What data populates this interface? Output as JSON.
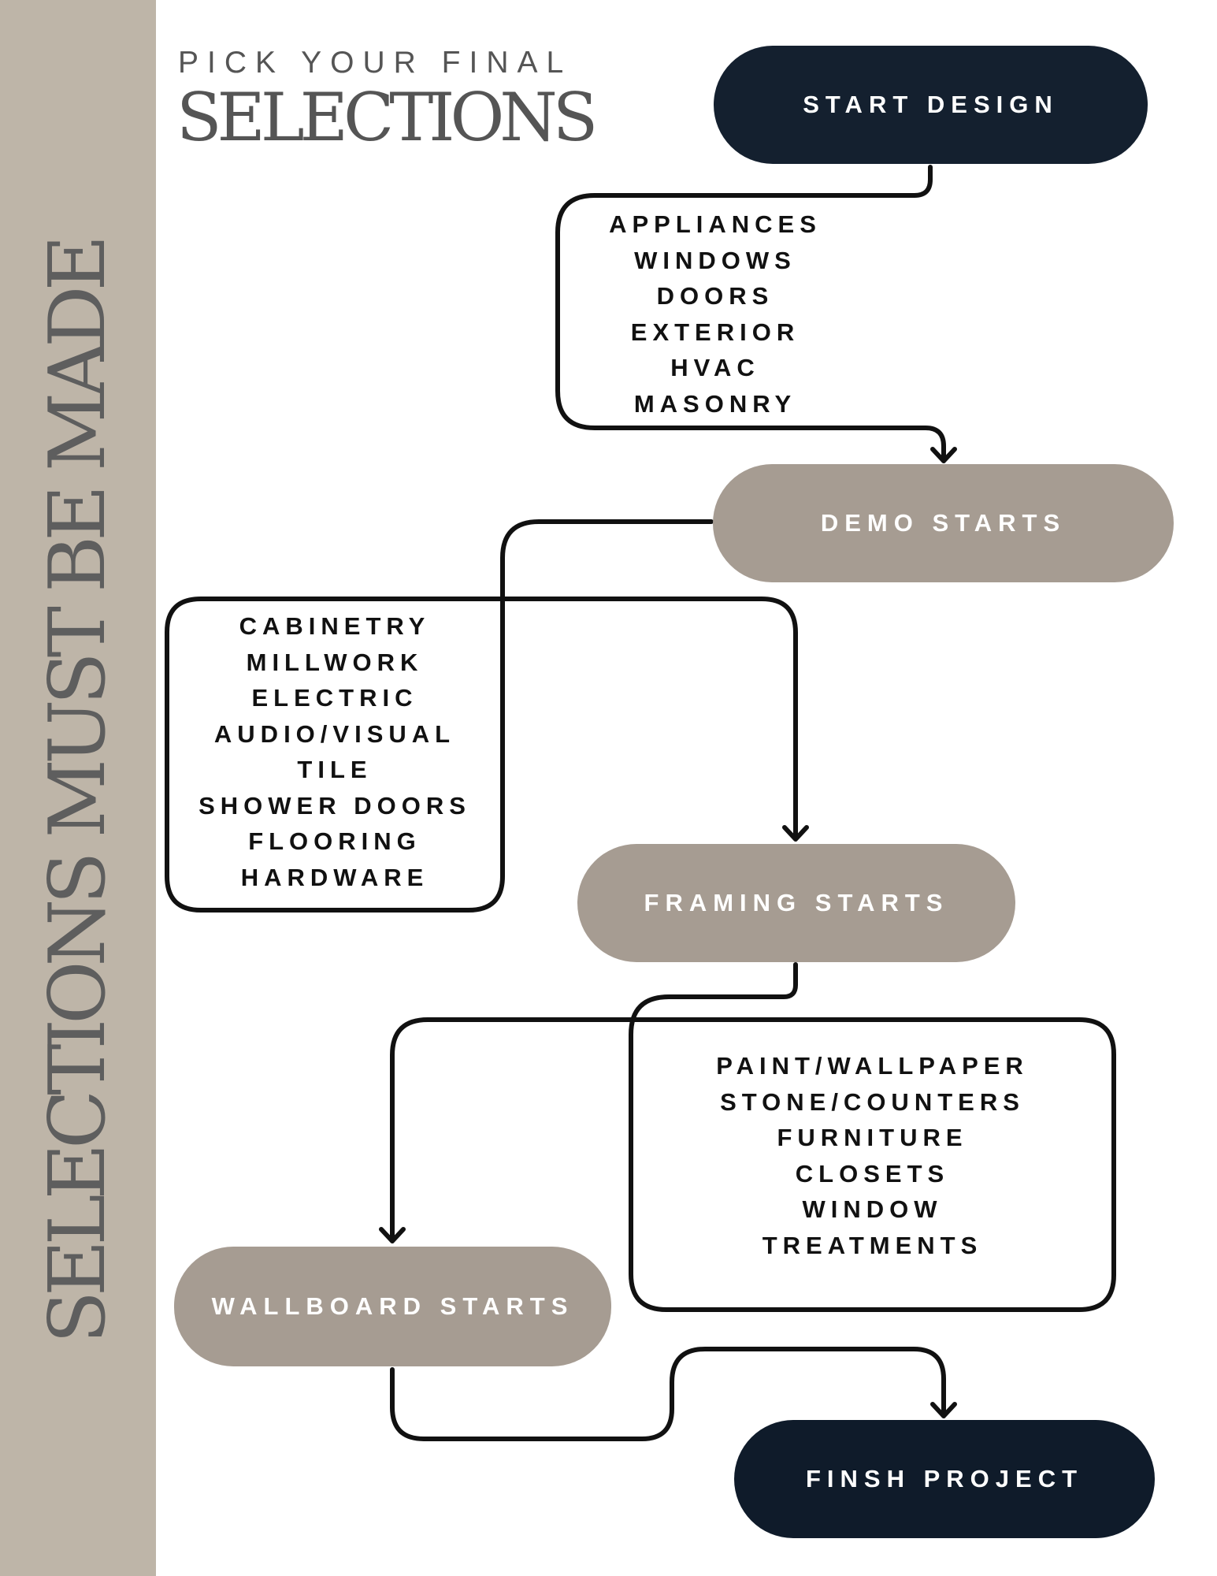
{
  "sidebar": {
    "text": "SELECTIONS MUST BE MADE"
  },
  "header": {
    "kicker": "PICK YOUR FINAL",
    "title": "SELECTIONS"
  },
  "steps": {
    "start": "START DESIGN",
    "demo": "DEMO STARTS",
    "framing": "FRAMING STARTS",
    "wallboard": "WALLBOARD STARTS",
    "finish": "FINSH PROJECT"
  },
  "lists": {
    "before_demo": [
      "APPLIANCES",
      "WINDOWS",
      "DOORS",
      "EXTERIOR",
      "HVAC",
      "MASONRY"
    ],
    "before_framing": [
      "CABINETRY",
      "MILLWORK",
      "ELECTRIC",
      "AUDIO/VISUAL",
      "TILE",
      "SHOWER DOORS",
      "FLOORING",
      "HARDWARE"
    ],
    "before_wallboard": [
      "PAINT/WALLPAPER",
      "STONE/COUNTERS",
      "FURNITURE",
      "CLOSETS",
      "WINDOW",
      "TREATMENTS"
    ]
  },
  "colors": {
    "sidebar": "#beb5a8",
    "dark_step": "#14202f",
    "taupe_step": "#a69c92",
    "connector": "#111111"
  }
}
